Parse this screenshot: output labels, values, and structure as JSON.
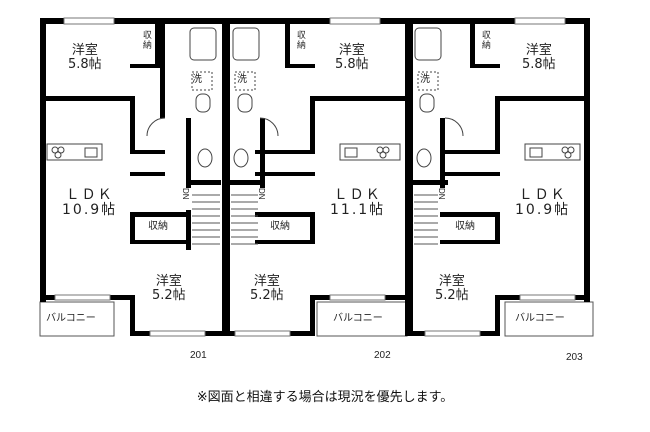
{
  "units": [
    {
      "number": "201",
      "rooms": {
        "bedroom_north": {
          "name": "洋室",
          "size": "5.8帖"
        },
        "ldk": {
          "name": "ＬＤＫ",
          "size": "10.9帖"
        },
        "bedroom_south": {
          "name": "洋室",
          "size": "5.2帖"
        },
        "closet_north": "収納",
        "closet_hall": "収納",
        "balcony": "バルコニー",
        "washer": "洗",
        "stair": "DN"
      }
    },
    {
      "number": "202",
      "rooms": {
        "bedroom_north": {
          "name": "洋室",
          "size": "5.8帖"
        },
        "ldk": {
          "name": "ＬＤＫ",
          "size": "11.1帖"
        },
        "bedroom_south": {
          "name": "洋室",
          "size": "5.2帖"
        },
        "closet_north": "収納",
        "closet_hall": "収納",
        "balcony": "バルコニー",
        "washer": "洗",
        "stair": "DN"
      }
    },
    {
      "number": "203",
      "rooms": {
        "bedroom_north": {
          "name": "洋室",
          "size": "5.8帖"
        },
        "ldk": {
          "name": "ＬＤＫ",
          "size": "10.9帖"
        },
        "bedroom_south": {
          "name": "洋室",
          "size": "5.2帖"
        },
        "closet_north": "収納",
        "closet_hall": "収納",
        "balcony": "バルコニー",
        "washer": "洗",
        "stair": "DN"
      }
    }
  ],
  "disclaimer": "※図面と相違する場合は現況を優先します。",
  "colors": {
    "wall": "#000000",
    "thin_line": "#555555",
    "window": "#999999"
  }
}
